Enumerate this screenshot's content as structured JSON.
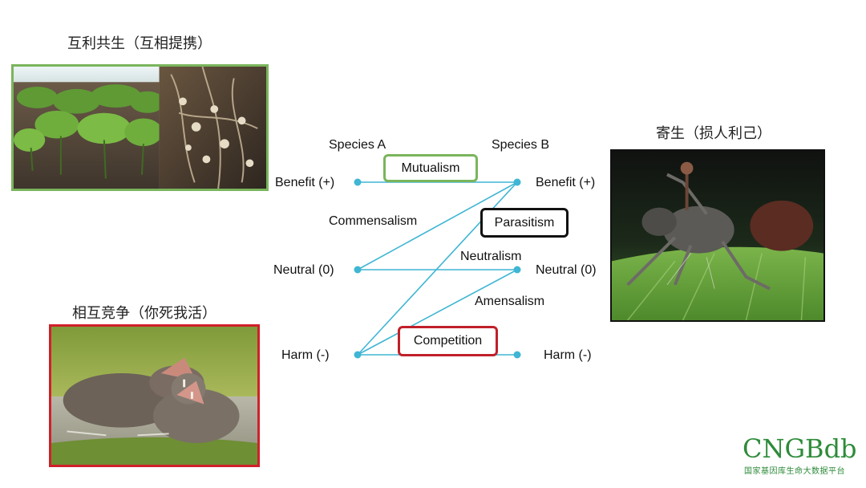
{
  "captions": {
    "mutualism": "互利共生（互相提携）",
    "parasitism": "寄生（损人利己）",
    "competition": "相互竞争（你死我活）"
  },
  "diagram": {
    "species_a": "Species A",
    "species_b": "Species B",
    "left_levels": [
      "Benefit (+)",
      "Neutral (0)",
      "Harm (-)"
    ],
    "right_levels": [
      "Benefit (+)",
      "Neutral (0)",
      "Harm (-)"
    ],
    "relations": {
      "mutualism": "Mutualism",
      "commensalism": "Commensalism",
      "parasitism": "Parasitism",
      "neutralism": "Neutralism",
      "amensalism": "Amensalism",
      "competition": "Competition"
    },
    "line_color": "#3fb6d3",
    "box_colors": {
      "mutualism": "#7ab55c",
      "parasitism": "#111111",
      "competition": "#c0202a"
    }
  },
  "logo": {
    "name": "CNGBdb",
    "subtitle": "国家基因库生命大数据平台",
    "color": "#2e8b3a"
  }
}
